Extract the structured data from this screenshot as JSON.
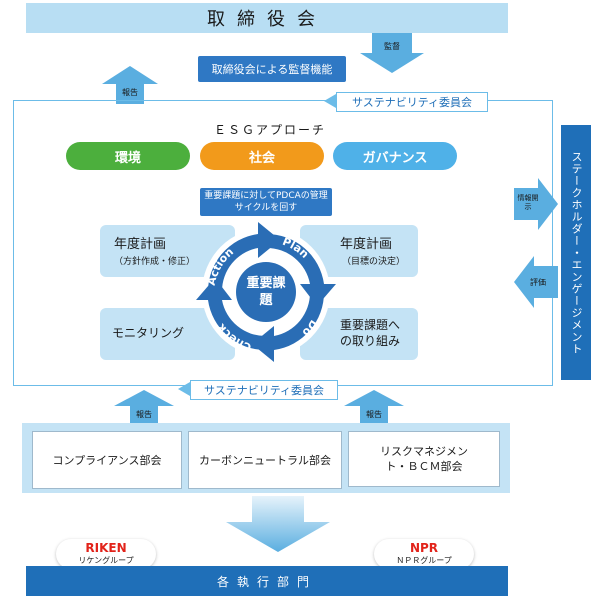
{
  "board": "取締役会",
  "supervision": "監督",
  "board_oversight": "取締役会による監督機能",
  "report": "報告",
  "committee_top": "サステナビリティ委員会",
  "esg": {
    "title": "ＥＳＧアプローチ",
    "environment": "環境",
    "social": "社会",
    "governance": "ガバナンス",
    "colors": {
      "environment": "#4caf3d",
      "social": "#f29a1b",
      "governance": "#4fb1e8"
    }
  },
  "pdca_note": "重要課題に対してPDCAの管理サイクルを回す",
  "pdca": {
    "action": "Action",
    "plan": "Plan",
    "do": "Do",
    "check": "Check",
    "center": "重要課題",
    "annual_plan_left": "年度計画",
    "annual_plan_left_sub": "（方針作成・修正）",
    "annual_plan_right": "年度計画",
    "annual_plan_right_sub": "（目標の決定）",
    "monitoring": "モニタリング",
    "initiative": "重要課題への取り組み"
  },
  "disclosure": "情報開示",
  "evaluation": "評価",
  "stakeholder": "ステークホルダー・エンゲージメント",
  "committee_bottom": "サステナビリティ委員会",
  "report_left": "報告",
  "report_right": "報告",
  "committees": {
    "compliance": "コンプライアンス部会",
    "carbon": "カーボンニュートラル部会",
    "risk": "リスクマネジメント・ＢＣＭ部会"
  },
  "logos": {
    "riken": "RIKEN",
    "riken_group": "リケングループ",
    "npr": "NPR",
    "npr_group": "ＮＰＲグループ",
    "colors": {
      "riken": "#e2231a",
      "npr": "#e2231a"
    }
  },
  "execution": "各執行部門",
  "colors": {
    "blue": "#1f6fb8",
    "light_blue": "#c4e3f5",
    "frame": "#6cbce8",
    "arrow": "#5aaee0"
  }
}
